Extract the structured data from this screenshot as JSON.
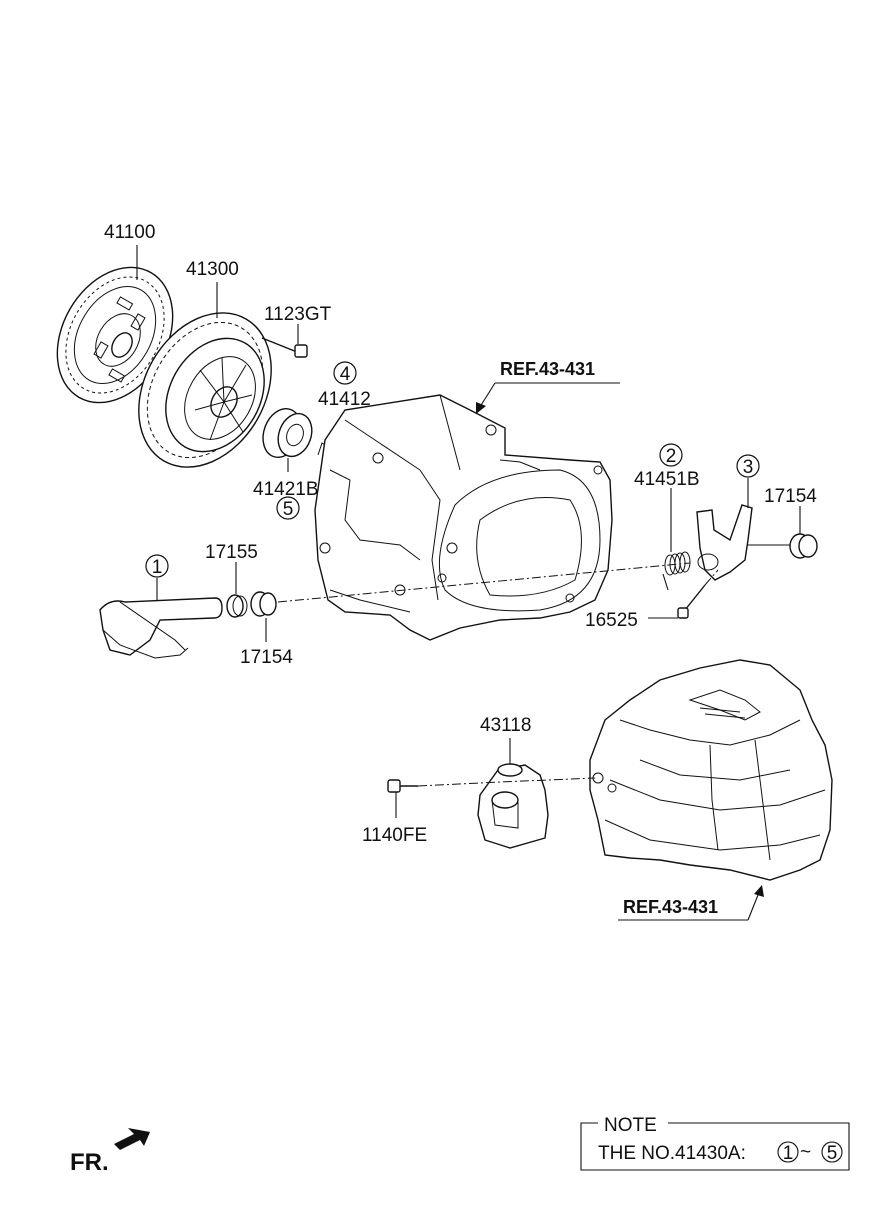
{
  "parts": {
    "p41100": "41100",
    "p41300": "41300",
    "p1123GT": "1123GT",
    "p41412": "41412",
    "p41421B": "41421B",
    "p41451B": "41451B",
    "p17154_right": "17154",
    "p17155": "17155",
    "p17154_left": "17154",
    "p16525": "16525",
    "p43118": "43118",
    "p1140FE": "1140FE"
  },
  "circles": {
    "c1": "1",
    "c2": "2",
    "c3": "3",
    "c4": "4",
    "c5": "5"
  },
  "refs": {
    "upper": "REF.43-431",
    "lower": "REF.43-431"
  },
  "note": {
    "title": "NOTE",
    "text": "THE NO.41430A:",
    "range_start": "1",
    "range_sep": "~",
    "range_end": "5"
  },
  "direction": {
    "label": "FR."
  }
}
